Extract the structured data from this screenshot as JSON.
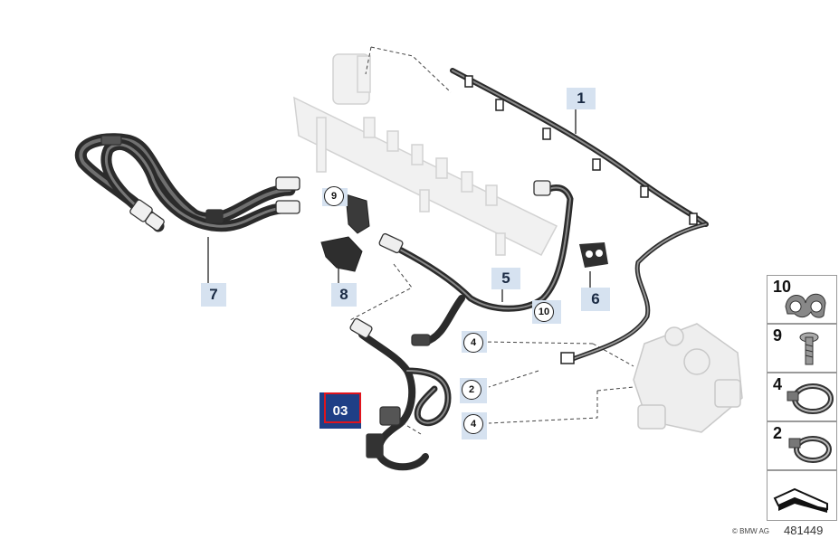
{
  "callouts": {
    "c1": "1",
    "c5": "5",
    "c6": "6",
    "c7": "7",
    "c8": "8"
  },
  "circled": {
    "c9": "9",
    "c10": "10",
    "c4a": "4",
    "c2": "2",
    "c4b": "4"
  },
  "selected_part": "03",
  "legend": [
    {
      "number": "10",
      "icon": "double-clip-icon"
    },
    {
      "number": "9",
      "icon": "screw-icon"
    },
    {
      "number": "4",
      "icon": "hose-clamp-icon"
    },
    {
      "number": "2",
      "icon": "hose-clamp-icon"
    },
    {
      "number": "",
      "icon": "direction-arrow-icon"
    }
  ],
  "footer": {
    "copyright": "© BMW AG",
    "diagram_id": "481449"
  },
  "colors": {
    "callout_bg": "#d6e2f0",
    "selected_bg": "#1f3f86",
    "selected_border": "#e0141d"
  }
}
